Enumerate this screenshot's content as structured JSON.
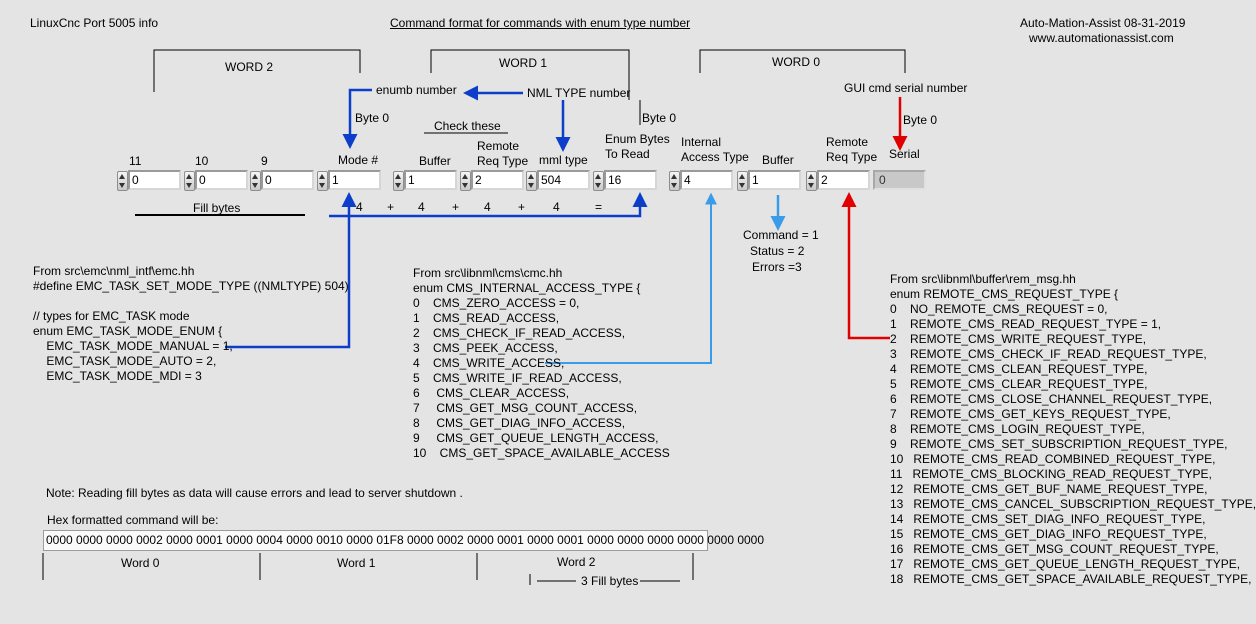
{
  "header": {
    "app_title": "LinuxCnc Port 5005 info",
    "center_title": "Command format for commands with enum type number",
    "author_line": "Auto-Mation-Assist  08-31-2019",
    "website": "www.automationassist.com"
  },
  "words": {
    "word2": "WORD 2",
    "word1": "WORD 1",
    "word0": "WORD 0"
  },
  "annotations": {
    "enumb_number": "enumb number",
    "nml_type_number": "NML TYPE number",
    "gui_cmd_serial": "GUI cmd serial number",
    "byte0_a": "Byte 0",
    "byte0_b": "Byte 0",
    "byte0_c": "Byte 0",
    "check_these": "Check these",
    "fill_bytes": "Fill bytes",
    "sum_line": [
      "4",
      "+",
      "4",
      "+",
      "4",
      "+",
      "4",
      "="
    ],
    "command_1": "Command = 1",
    "status_2": "Status = 2",
    "errors_3": "Errors =3"
  },
  "field_labels": {
    "f11": "11",
    "f10": "10",
    "f9": "9",
    "mode": "Mode #",
    "buffer_a": "Buffer",
    "remote_req_a": "Remote\nReq Type",
    "mml_type": "mml type",
    "enum_bytes": "Enum Bytes\nTo Read",
    "internal_access": "Internal\nAccess Type",
    "buffer_b": "Buffer",
    "remote_req_b": "Remote\nReq Type",
    "serial": "Serial"
  },
  "fields": {
    "f11": "0",
    "f10": "0",
    "f9": "0",
    "mode": "1",
    "buffer_a": "1",
    "remote_req_a": "2",
    "mml_type": "504",
    "enum_bytes": "16",
    "internal_access": "4",
    "buffer_b": "1",
    "remote_req_b": "2",
    "serial": "0"
  },
  "emc_block": {
    "lines": [
      "From src\\emc\\nml_intf\\emc.hh",
      "#define EMC_TASK_SET_MODE_TYPE    ((NMLTYPE) 504)",
      "",
      "// types for EMC_TASK mode",
      "enum EMC_TASK_MODE_ENUM {",
      "    EMC_TASK_MODE_MANUAL = 1,",
      "    EMC_TASK_MODE_AUTO = 2,",
      "    EMC_TASK_MODE_MDI = 3"
    ]
  },
  "cmc_block": {
    "lines": [
      "From src\\libnml\\cms\\cmc.hh",
      "enum CMS_INTERNAL_ACCESS_TYPE {",
      "0    CMS_ZERO_ACCESS = 0,",
      "1    CMS_READ_ACCESS,",
      "2    CMS_CHECK_IF_READ_ACCESS,",
      "3    CMS_PEEK_ACCESS,",
      "4    CMS_WRITE_ACCESS,",
      "5    CMS_WRITE_IF_READ_ACCESS,",
      "6     CMS_CLEAR_ACCESS,",
      "7     CMS_GET_MSG_COUNT_ACCESS,",
      "8     CMS_GET_DIAG_INFO_ACCESS,",
      "9     CMS_GET_QUEUE_LENGTH_ACCESS,",
      "10    CMS_GET_SPACE_AVAILABLE_ACCESS"
    ]
  },
  "rem_block": {
    "lines": [
      "From src\\libnml\\buffer\\rem_msg.hh",
      "enum REMOTE_CMS_REQUEST_TYPE {",
      "0    NO_REMOTE_CMS_REQUEST = 0,",
      "1    REMOTE_CMS_READ_REQUEST_TYPE = 1,",
      "2    REMOTE_CMS_WRITE_REQUEST_TYPE,",
      "3    REMOTE_CMS_CHECK_IF_READ_REQUEST_TYPE,",
      "4    REMOTE_CMS_CLEAN_REQUEST_TYPE,",
      "5    REMOTE_CMS_CLEAR_REQUEST_TYPE,",
      "6    REMOTE_CMS_CLOSE_CHANNEL_REQUEST_TYPE,",
      "7    REMOTE_CMS_GET_KEYS_REQUEST_TYPE,",
      "8    REMOTE_CMS_LOGIN_REQUEST_TYPE,",
      "9    REMOTE_CMS_SET_SUBSCRIPTION_REQUEST_TYPE,",
      "10   REMOTE_CMS_READ_COMBINED_REQUEST_TYPE,",
      "11   REMOTE_CMS_BLOCKING_READ_REQUEST_TYPE,",
      "12   REMOTE_CMS_GET_BUF_NAME_REQUEST_TYPE,",
      "13   REMOTE_CMS_CANCEL_SUBSCRIPTION_REQUEST_TYPE,",
      "14   REMOTE_CMS_SET_DIAG_INFO_REQUEST_TYPE,",
      "15   REMOTE_CMS_GET_DIAG_INFO_REQUEST_TYPE,",
      "16   REMOTE_CMS_GET_MSG_COUNT_REQUEST_TYPE,",
      "17   REMOTE_CMS_GET_QUEUE_LENGTH_REQUEST_TYPE,",
      "18   REMOTE_CMS_GET_SPACE_AVAILABLE_REQUEST_TYPE,"
    ]
  },
  "footer": {
    "note": "Note: Reading fill bytes as data will cause errors and lead to server shutdown .",
    "hex_label": "Hex formatted command will be:",
    "hex_value": "0000 0000 0000 0002 0000 0001 0000 0004 0000 0010 0000 01F8 0000 0002 0000 0001 0000 0001 0000 0000 0000 0000 0000 0000",
    "word0": "Word 0",
    "word1": "Word 1",
    "word2": "Word 2",
    "fill_bytes_3": "3 Fill bytes"
  },
  "colors": {
    "blue_dark": "#0d3ec9",
    "blue_light": "#3a9be8",
    "red": "#e00000",
    "background": "#e4e4e4"
  }
}
